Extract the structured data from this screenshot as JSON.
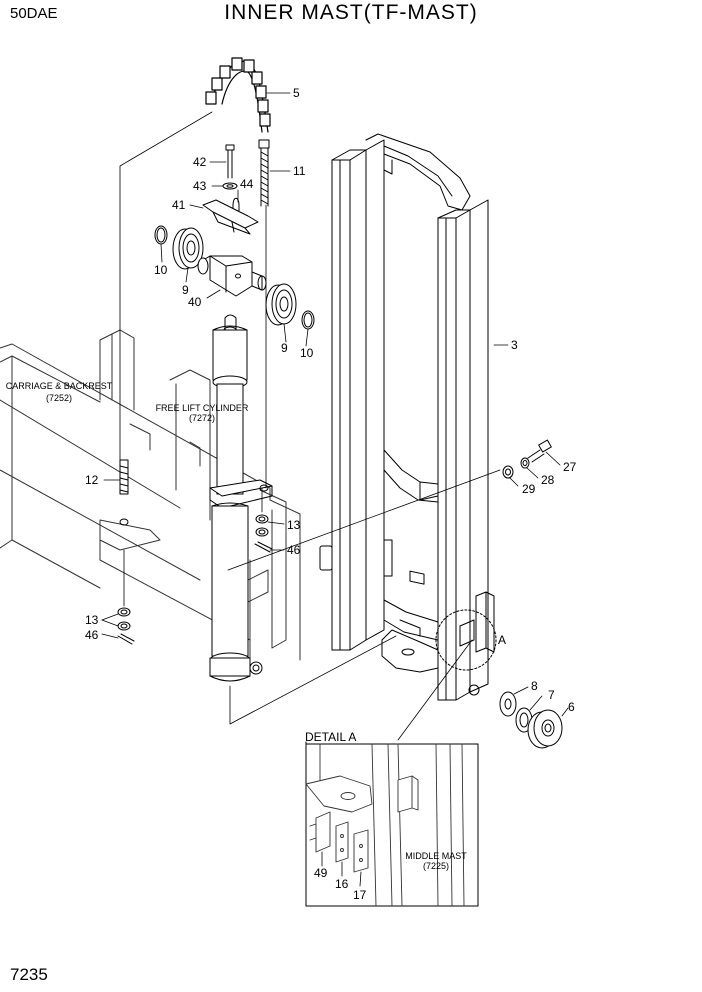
{
  "header": {
    "model": "50DAE",
    "title": "INNER  MAST(TF-MAST)"
  },
  "footer": {
    "page_number": "7235"
  },
  "labels": {
    "carriage": {
      "name": "CARRIAGE & BACKREST",
      "ref": "(7252)"
    },
    "cylinder": {
      "name": "FREE LIFT CYLINDER",
      "ref": "(7272)"
    },
    "middle_mast": {
      "name": "MIDDLE MAST",
      "ref": "(7225)"
    },
    "detail": "DETAIL A",
    "detail_marker": "A"
  },
  "callouts": [
    {
      "id": "c5",
      "text": "5"
    },
    {
      "id": "c11",
      "text": "11"
    },
    {
      "id": "c42",
      "text": "42"
    },
    {
      "id": "c43",
      "text": "43"
    },
    {
      "id": "c44",
      "text": "44"
    },
    {
      "id": "c41",
      "text": "41"
    },
    {
      "id": "c10a",
      "text": "10"
    },
    {
      "id": "c9a",
      "text": "9"
    },
    {
      "id": "c40",
      "text": "40"
    },
    {
      "id": "c9b",
      "text": "9"
    },
    {
      "id": "c10b",
      "text": "10"
    },
    {
      "id": "c3",
      "text": "3"
    },
    {
      "id": "c27",
      "text": "27"
    },
    {
      "id": "c28",
      "text": "28"
    },
    {
      "id": "c29",
      "text": "29"
    },
    {
      "id": "c12",
      "text": "12"
    },
    {
      "id": "c13a",
      "text": "13"
    },
    {
      "id": "c46a",
      "text": "46"
    },
    {
      "id": "c13b",
      "text": "13"
    },
    {
      "id": "c46b",
      "text": "46"
    },
    {
      "id": "c8",
      "text": "8"
    },
    {
      "id": "c7",
      "text": "7"
    },
    {
      "id": "c6",
      "text": "6"
    },
    {
      "id": "c49",
      "text": "49"
    },
    {
      "id": "c16",
      "text": "16"
    },
    {
      "id": "c17",
      "text": "17"
    }
  ]
}
